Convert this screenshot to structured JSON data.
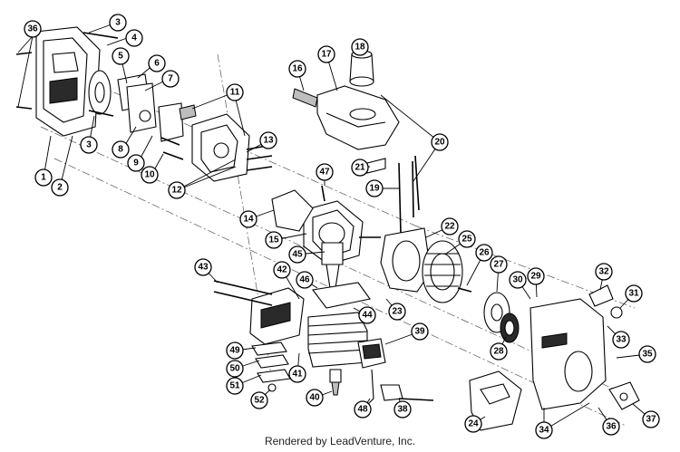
{
  "footer": {
    "credit": "Rendered by LeadVenture, Inc."
  },
  "callouts": [
    {
      "id": "36",
      "label": "36"
    },
    {
      "id": "3",
      "label": "3"
    },
    {
      "id": "4",
      "label": "4"
    },
    {
      "id": "5",
      "label": "5"
    },
    {
      "id": "6",
      "label": "6"
    },
    {
      "id": "7",
      "label": "7"
    },
    {
      "id": "3b",
      "label": "3"
    },
    {
      "id": "1",
      "label": "1"
    },
    {
      "id": "2",
      "label": "2"
    },
    {
      "id": "8",
      "label": "8"
    },
    {
      "id": "9",
      "label": "9"
    },
    {
      "id": "10",
      "label": "10"
    },
    {
      "id": "11",
      "label": "11"
    },
    {
      "id": "12",
      "label": "12"
    },
    {
      "id": "13",
      "label": "13"
    },
    {
      "id": "16",
      "label": "16"
    },
    {
      "id": "17",
      "label": "17"
    },
    {
      "id": "18",
      "label": "18"
    },
    {
      "id": "20",
      "label": "20"
    },
    {
      "id": "21",
      "label": "21"
    },
    {
      "id": "19",
      "label": "19"
    },
    {
      "id": "47",
      "label": "47"
    },
    {
      "id": "14",
      "label": "14"
    },
    {
      "id": "15",
      "label": "15"
    },
    {
      "id": "22",
      "label": "22"
    },
    {
      "id": "25",
      "label": "25"
    },
    {
      "id": "26",
      "label": "26"
    },
    {
      "id": "45",
      "label": "45"
    },
    {
      "id": "43",
      "label": "43"
    },
    {
      "id": "42",
      "label": "42"
    },
    {
      "id": "46",
      "label": "46"
    },
    {
      "id": "44",
      "label": "44"
    },
    {
      "id": "23",
      "label": "23"
    },
    {
      "id": "27",
      "label": "27"
    },
    {
      "id": "30",
      "label": "30"
    },
    {
      "id": "29",
      "label": "29"
    },
    {
      "id": "32",
      "label": "32"
    },
    {
      "id": "31",
      "label": "31"
    },
    {
      "id": "28",
      "label": "28"
    },
    {
      "id": "33",
      "label": "33"
    },
    {
      "id": "35",
      "label": "35"
    },
    {
      "id": "39",
      "label": "39"
    },
    {
      "id": "49",
      "label": "49"
    },
    {
      "id": "50",
      "label": "50"
    },
    {
      "id": "51",
      "label": "51"
    },
    {
      "id": "52",
      "label": "52"
    },
    {
      "id": "41",
      "label": "41"
    },
    {
      "id": "40",
      "label": "40"
    },
    {
      "id": "48",
      "label": "48"
    },
    {
      "id": "38",
      "label": "38"
    },
    {
      "id": "24",
      "label": "24"
    },
    {
      "id": "34",
      "label": "34"
    },
    {
      "id": "36b",
      "label": "36"
    },
    {
      "id": "37",
      "label": "37"
    }
  ]
}
